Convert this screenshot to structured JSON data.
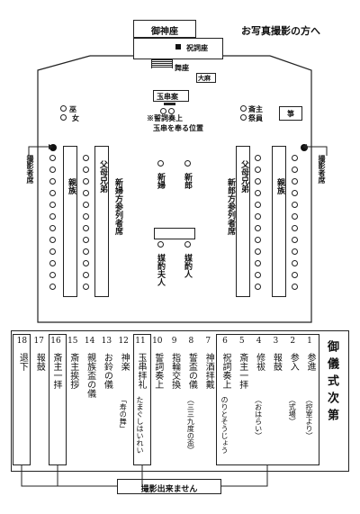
{
  "page_title": "お写真撮影の方へ",
  "altar": {
    "shinza": "御神座",
    "norito": "祝詞座",
    "maiza": "舞座",
    "taiko": "大麻",
    "tamagushi_an": "玉串案",
    "tamagushi_note1": "※誓詞奏上",
    "tamagushi_note2": "玉串を奉る位置"
  },
  "left_staff": [
    "巫",
    "女"
  ],
  "right_staff": [
    "斎主",
    "祭員"
  ],
  "koto": "箏",
  "photographer": "撮影者席",
  "bride_side": {
    "seat_label": "新婦方参列者席",
    "parents": "父母兄弟",
    "relatives": "親族"
  },
  "groom_side": {
    "seat_label": "新郎方参列者席",
    "parents": "父母兄弟",
    "relatives": "親族"
  },
  "couple": {
    "bride": "新婦",
    "groom": "新郎"
  },
  "matchmaker": {
    "wife": "媒酌夫人",
    "husband": "媒酌人"
  },
  "program": {
    "title": "御儀式次第",
    "no_photo": "撮影出来ません",
    "steps": [
      {
        "n": "1",
        "text": "参進",
        "note": "（控室より）"
      },
      {
        "n": "2",
        "text": "参入",
        "note": "（式場）"
      },
      {
        "n": "3",
        "text": "報鼓",
        "note": ""
      },
      {
        "n": "4",
        "text": "修祓",
        "note": "（おはらい）"
      },
      {
        "n": "5",
        "text": "斎主一拝",
        "note": ""
      },
      {
        "n": "6",
        "text": "祝詞奏上",
        "note": "のりとそうじょう"
      },
      {
        "n": "7",
        "text": "神酒拝戴",
        "note": ""
      },
      {
        "n": "8",
        "text": "誓盃の儀",
        "note": "（三三九度の盃）"
      },
      {
        "n": "9",
        "text": "指輪交換",
        "note": ""
      },
      {
        "n": "10",
        "text": "誓詞奏上",
        "note": ""
      },
      {
        "n": "11",
        "text": "玉串拝礼",
        "note": "たまぐしはいれい"
      },
      {
        "n": "12",
        "text": "神楽",
        "note": "「寿の舞」"
      },
      {
        "n": "13",
        "text": "お鈴の儀",
        "note": ""
      },
      {
        "n": "14",
        "text": "親族盃の儀",
        "note": ""
      },
      {
        "n": "15",
        "text": "斎主挨拶",
        "note": ""
      },
      {
        "n": "16",
        "text": "斎主一拝",
        "note": ""
      },
      {
        "n": "17",
        "text": "報鼓",
        "note": ""
      },
      {
        "n": "18",
        "text": "退下",
        "note": ""
      }
    ]
  }
}
